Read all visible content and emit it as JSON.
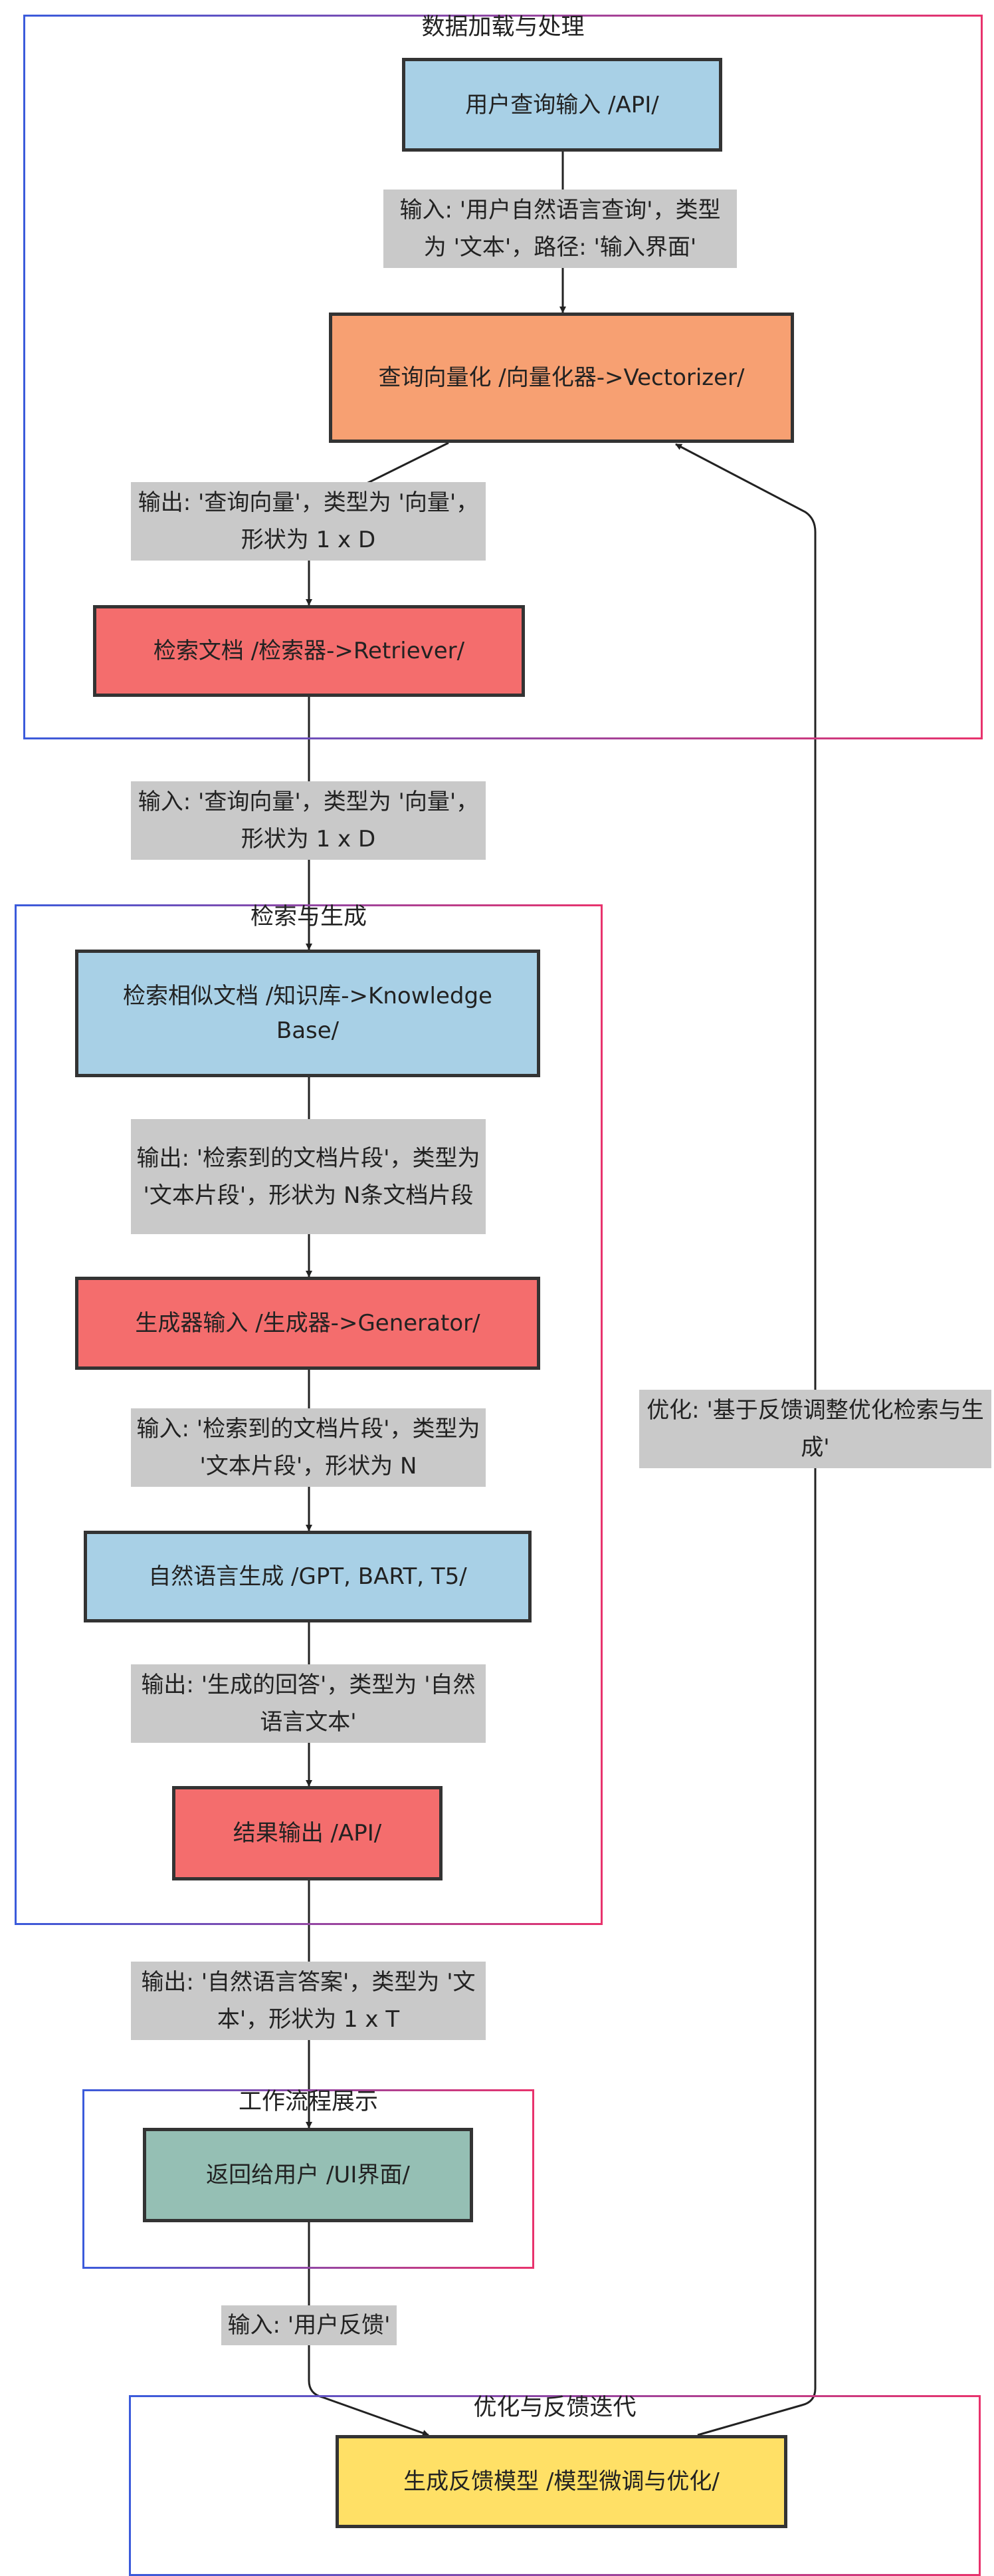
{
  "clusters": {
    "data": {
      "title": "数据加载与处理"
    },
    "retrieval": {
      "title": "检索与生成"
    },
    "display": {
      "title": "工作流程展示"
    },
    "feedback": {
      "title": "优化与反馈迭代"
    }
  },
  "nodes": {
    "user_query": {
      "text": "用户查询输入 /API/"
    },
    "vectorize": {
      "text": "查询向量化 /向量化器->Vectorizer/"
    },
    "retrieve_docs": {
      "text": "检索文档 /检索器->Retriever/"
    },
    "search_similar": {
      "text": "检索相似文档 /知识库->Knowledge Base/"
    },
    "generator_input": {
      "text": "生成器输入 /生成器->Generator/"
    },
    "nlg": {
      "text": "自然语言生成 /GPT, BART, T5/"
    },
    "result_output": {
      "text": "结果输出 /API/"
    },
    "return_user": {
      "text": "返回给用户 /UI界面/"
    },
    "feedback_model": {
      "text": "生成反馈模型 /模型微调与优化/"
    }
  },
  "labels": {
    "l1": "输入: '用户自然语言查询'，类型为 '文本'，路径: '输入界面'",
    "l2": "输出: '查询向量'，类型为 '向量'，形状为 1 x D",
    "l3": "输入: '查询向量'，类型为 '向量'，形状为 1 x D",
    "l4": "输出: '检索到的文档片段'，类型为 '文本片段'，形状为 N条文档片段",
    "l5": "输入: '检索到的文档片段'，类型为 '文本片段'，形状为 N",
    "l6": "输出: '生成的回答'，类型为 '自然语言文本'",
    "l7": "输出: '自然语言答案'，类型为 '文本'，形状为 1 x T",
    "l8": "输入: '用户反馈'",
    "l9": "优化: '基于反馈调整优化检索与生成'"
  },
  "colors": {
    "blue": "#a8d0e6",
    "orange": "#f7a072",
    "red": "#f46d6d",
    "teal": "#95bfb4",
    "yellow": "#ffe066",
    "label_bg": "#c9c9c9"
  }
}
